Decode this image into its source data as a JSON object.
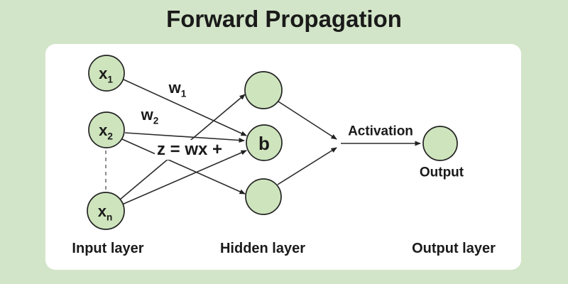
{
  "title": "Forward Propagation",
  "nodes": {
    "inputs": [
      {
        "base": "x",
        "sub": "1"
      },
      {
        "base": "x",
        "sub": "2"
      },
      {
        "base": "x",
        "sub": "n"
      }
    ],
    "bias": "b"
  },
  "weights": [
    {
      "base": "w",
      "sub": "1"
    },
    {
      "base": "w",
      "sub": "2"
    }
  ],
  "labels": {
    "formula": "z = wx +",
    "activation": "Activation",
    "output": "Output",
    "input_layer": "Input layer",
    "hidden_layer": "Hidden layer",
    "output_layer": "Output layer"
  },
  "colors": {
    "background": "#d3e5c8",
    "card": "#ffffff",
    "node_fill": "#cee4bd",
    "node_stroke": "#222222",
    "line": "#2b2b2b",
    "text": "#1a1a1a"
  }
}
